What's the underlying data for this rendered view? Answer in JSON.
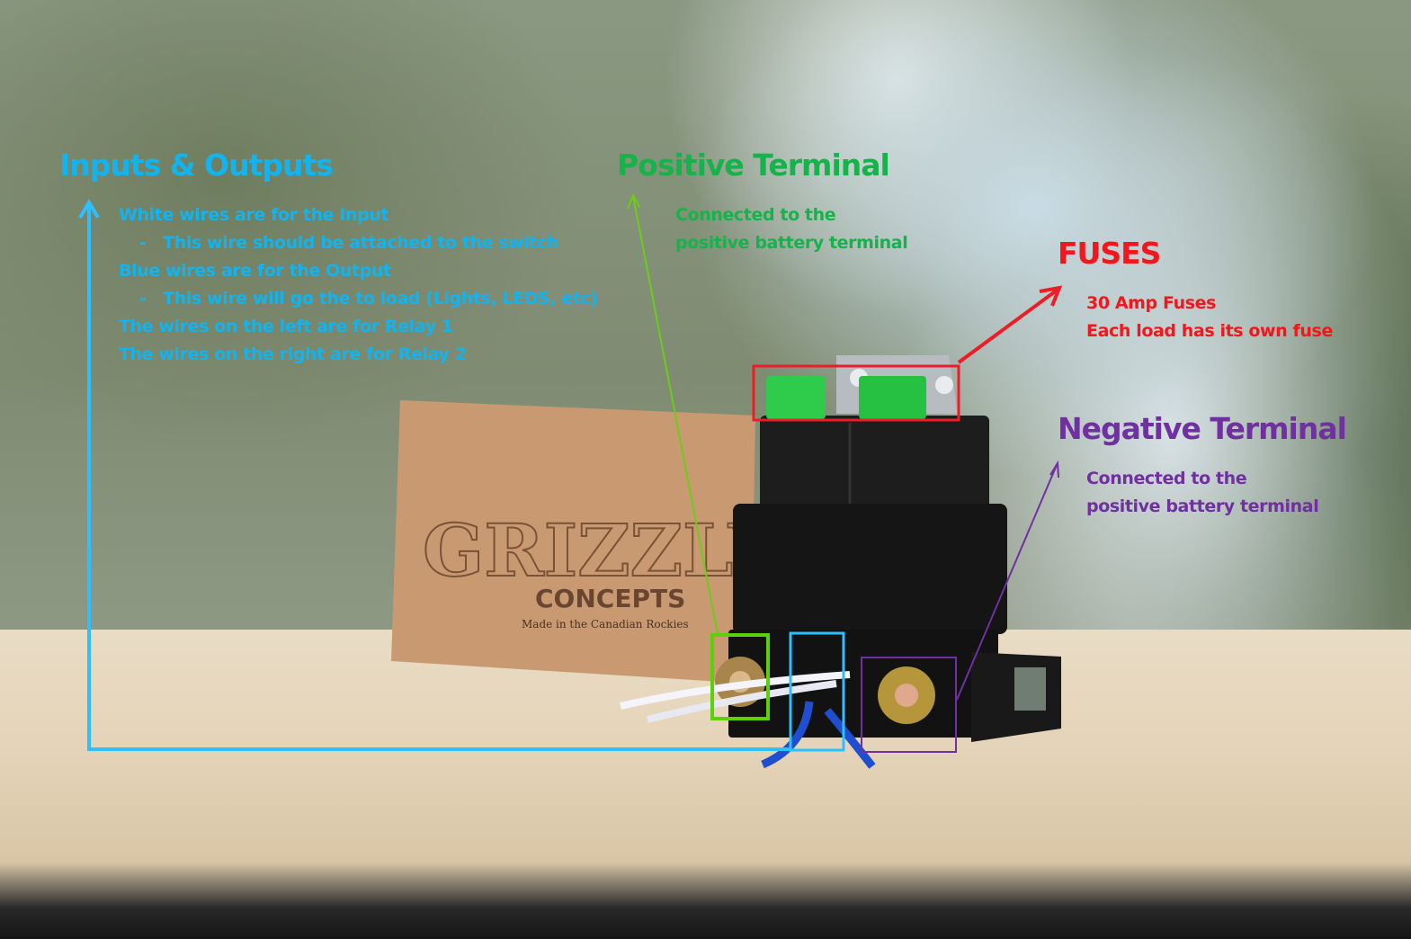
{
  "inputs_outputs": {
    "title": "Inputs & Outputs",
    "lines": [
      "White wires are for the Input",
      "-   This wire should be attached to the switch",
      "Blue wires are for the Output",
      "-   This wire will go the to load (Lights, LEDS, etc)",
      "The wires on the left are for Relay 1",
      "The wires on the right are for Relay 2"
    ],
    "color": "#12b4ef"
  },
  "positive_terminal": {
    "title": "Positive Terminal",
    "lines": [
      "Connected to the",
      "positive battery terminal"
    ],
    "color": "#16b34a"
  },
  "fuses": {
    "title": "FUSES",
    "lines": [
      "30 Amp Fuses",
      "Each load has its own fuse"
    ],
    "color": "#f3161c"
  },
  "negative_terminal": {
    "title": "Negative Terminal",
    "lines": [
      "Connected to the",
      "positive battery terminal"
    ],
    "color": "#7030a0"
  },
  "logo": {
    "brand": "GRIZZLY",
    "sub": "CONCEPTS",
    "tagline": "Made in the Canadian Rockies"
  }
}
